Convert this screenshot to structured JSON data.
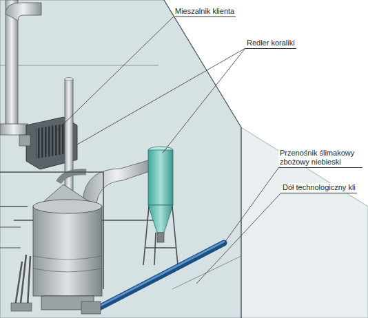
{
  "diagram": {
    "labels": [
      "Mieszalnik klienta",
      "Redler koraliki",
      "Przenośnik ślimakowy zbożowy niebieski",
      "Dół technologiczny kli"
    ]
  }
}
